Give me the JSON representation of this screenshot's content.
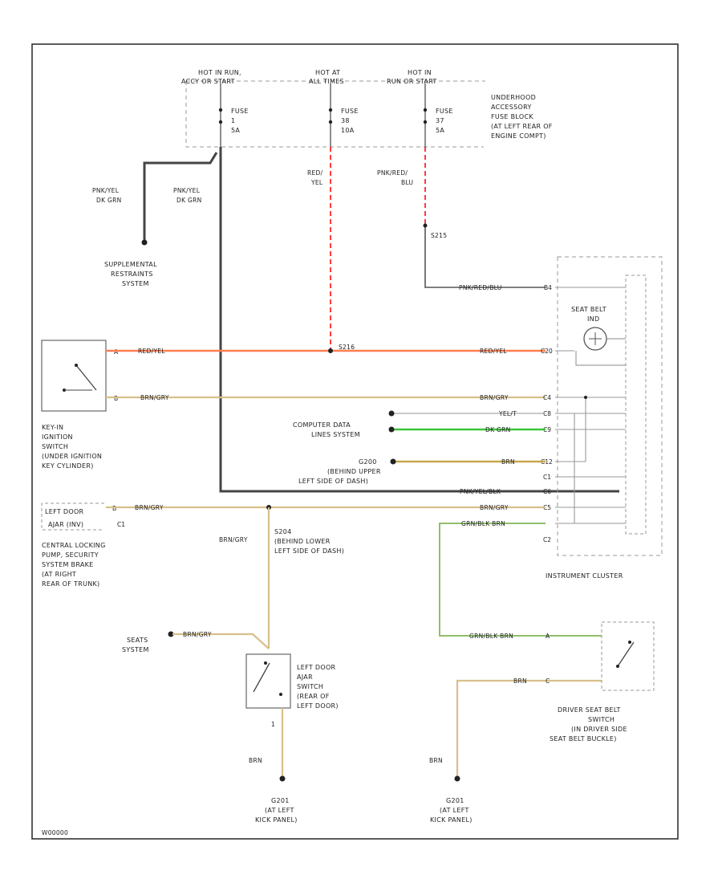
{
  "colors": {
    "frame": "#333333",
    "wire_black": "#444444",
    "wire_red": "#ff3b3b",
    "wire_orange": "#ff7d50",
    "wire_tan": "#d8bf8a",
    "wire_gray": "#9a9a9a",
    "wire_green": "#39c639",
    "wire_yellow_brown": "#c8a84a",
    "dashed_box": "#999999"
  },
  "fuse_block": {
    "hot_labels": [
      [
        "HOT IN RUN,",
        "ACCY OR START"
      ],
      [
        "HOT AT",
        "ALL TIMES"
      ],
      [
        "HOT IN",
        "RUN OR START"
      ]
    ],
    "fuses": [
      [
        "FUSE",
        "1",
        "5A"
      ],
      [
        "FUSE",
        "38",
        "10A"
      ],
      [
        "FUSE",
        "37",
        "5A"
      ]
    ],
    "description": [
      "UNDERHOOD",
      "ACCESSORY",
      "FUSE BLOCK",
      "(AT LEFT REAR OF",
      "ENGINE COMPT)"
    ]
  },
  "wire_labels": {
    "pnk_yel_a": [
      "PNK/YEL",
      "DK GRN"
    ],
    "pnk_yel_b": [
      "PNK/YEL",
      "DK GRN"
    ],
    "red_yel": [
      "RED/",
      "YEL"
    ],
    "pnk_red_blu": [
      "PNK/RED/",
      "BLU"
    ],
    "s215": "S215",
    "s216": "S216",
    "pnk_red_blu_right": "PNK/RED/BLU",
    "red_yel_left": "RED/YEL",
    "red_yel_right": "RED/YEL",
    "brn_gry_left": "BRN/GRY",
    "brn_gry_right": "BRN/GRY",
    "yel_t": "YEL/T",
    "dk_grn": "DK GRN",
    "brn": "BRN",
    "pnk_yel_blk": "PNK/YEL/BLK",
    "brn_gry_row": "BRN/GRY",
    "brn_gry_door": "BRN/GRY",
    "brn_gry_right2": "BRN/GRY",
    "grn_blk_brn": "GRN/BLK BRN",
    "brn_gry_vertical": "BRN/GRY",
    "grn_blk_brn_lower": "GRN/BLK BRN",
    "brn_lower": "BRN",
    "brn_gry_seats": "BRN/GRY",
    "brn_ground_left": "BRN",
    "brn_ground_right": "BRN",
    "one": "1"
  },
  "components": {
    "srs": [
      "SUPPLEMENTAL",
      "RESTRAINTS",
      "SYSTEM"
    ],
    "key_switch": [
      "KEY-IN",
      "IGNITION",
      "SWITCH",
      "(UNDER IGNITION",
      "KEY CYLINDER)"
    ],
    "cdl": [
      "COMPUTER DATA",
      "LINES SYSTEM"
    ],
    "g200": [
      "G200",
      "(BEHIND UPPER",
      "LEFT SIDE OF DASH)"
    ],
    "left_door_ajar_box": [
      "LEFT DOOR",
      "AJAR (INV)"
    ],
    "central_locking": [
      "CENTRAL LOCKING",
      "PUMP, SECURITY",
      "SYSTEM BRAKE",
      "(AT RIGHT",
      "REAR OF TRUNK)"
    ],
    "s204": [
      "S204",
      "(BEHIND LOWER",
      "LEFT SIDE OF DASH)"
    ],
    "seats": [
      "SEATS",
      "SYSTEM"
    ],
    "left_door_ajar_switch": [
      "LEFT DOOR",
      "AJAR",
      "SWITCH",
      "(REAR OF",
      "LEFT DOOR)"
    ],
    "instrument_cluster": "INSTRUMENT CLUSTER",
    "seat_belt_ind": [
      "SEAT BELT",
      "IND"
    ],
    "driver_belt": [
      "DRIVER SEAT BELT",
      "SWITCH",
      "(IN DRIVER SIDE",
      "SEAT BELT BUCKLE)"
    ],
    "g201_left": [
      "G201",
      "(AT LEFT",
      "KICK PANEL)"
    ],
    "g201_right": [
      "G201",
      "(AT LEFT",
      "KICK PANEL)"
    ]
  },
  "pins": {
    "cluster": [
      "B4",
      "C20",
      "C4",
      "C8",
      "C9",
      "C12",
      "C1",
      "C6",
      "C5",
      "C2"
    ],
    "key_a": "A",
    "key_b": "B",
    "door_b": "B",
    "door_c1": "C1",
    "belt_a": "A",
    "belt_c": "C"
  },
  "footer_code": "W00000"
}
